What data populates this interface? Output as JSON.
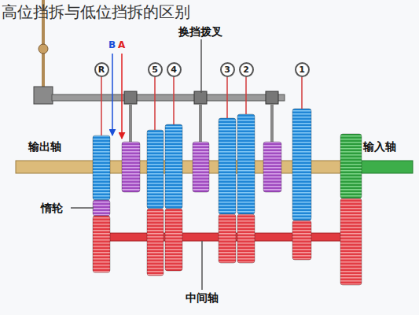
{
  "diagram": {
    "title": "高位挡拆与低位挡拆的区别",
    "nodes": [
      {
        "text": [
          "R"
        ]
      },
      {
        "text": [
          "5"
        ]
      },
      {
        "text": [
          "4"
        ]
      },
      {
        "text": [
          "3"
        ]
      },
      {
        "text": [
          "2"
        ]
      },
      {
        "text": [
          "1"
        ]
      }
    ],
    "labels": [
      "换挡拨叉",
      "A",
      "B",
      "输出轴",
      "输入轴",
      "惰轮",
      "中间轴"
    ]
  }
}
